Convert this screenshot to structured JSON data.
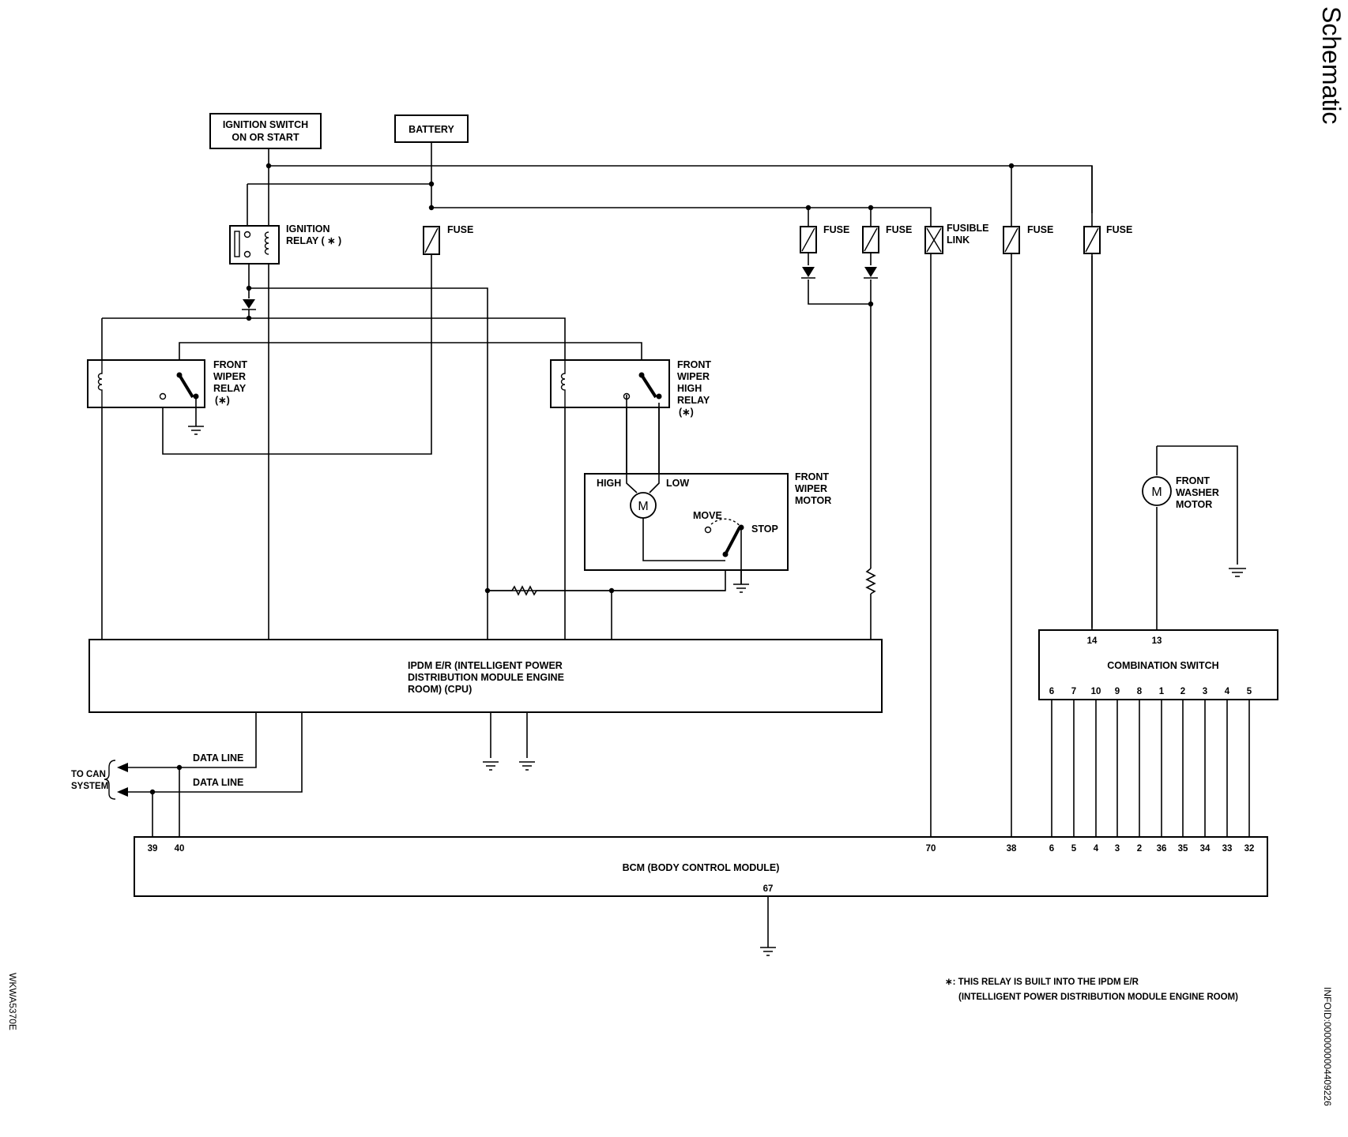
{
  "page_title": "Schematic",
  "page_code": "WKWA5370E",
  "info_id": "INFOID:0000000004409226",
  "sources": {
    "ignition_switch": [
      "IGNITION SWITCH",
      "ON OR START"
    ],
    "battery": "BATTERY"
  },
  "fuses": {
    "fuse_label": "FUSE",
    "fusible_link": [
      "FUSIBLE",
      "LINK"
    ]
  },
  "relays": {
    "ignition_relay": [
      "IGNITION",
      "RELAY ( ∗ )"
    ],
    "front_wiper_relay": [
      "FRONT",
      "WIPER",
      "RELAY",
      "(∗)"
    ],
    "front_wiper_high_relay": [
      "FRONT",
      "WIPER",
      "HIGH",
      "RELAY",
      "(∗)"
    ]
  },
  "wiper_motor": {
    "title": [
      "FRONT",
      "WIPER",
      "MOTOR"
    ],
    "high": "HIGH",
    "low": "LOW",
    "move": "MOVE",
    "stop": "STOP",
    "motor_symbol": "M"
  },
  "washer_motor": {
    "title": [
      "FRONT",
      "WASHER",
      "MOTOR"
    ],
    "motor_symbol": "M"
  },
  "ipdm": {
    "label": [
      "IPDM E/R (INTELLIGENT POWER",
      "DISTRIBUTION MODULE ENGINE",
      "ROOM) (CPU)"
    ]
  },
  "combination_switch": {
    "label": "COMBINATION SWITCH",
    "top_pins": [
      "14",
      "13"
    ],
    "bottom_pins": [
      "6",
      "7",
      "10",
      "9",
      "8",
      "1",
      "2",
      "3",
      "4",
      "5"
    ]
  },
  "can": {
    "to_can": [
      "TO CAN",
      "SYSTEM"
    ],
    "data_line_1": "DATA LINE",
    "data_line_2": "DATA LINE"
  },
  "bcm": {
    "label": "BCM (BODY CONTROL MODULE)",
    "pins": [
      "39",
      "40",
      "70",
      "38",
      "6",
      "5",
      "4",
      "3",
      "2",
      "36",
      "35",
      "34",
      "33",
      "32"
    ],
    "ground_pin": "67"
  },
  "footnote": [
    "∗: THIS RELAY IS BUILT INTO THE IPDM E/R",
    "(INTELLIGENT POWER DISTRIBUTION MODULE ENGINE ROOM)"
  ]
}
